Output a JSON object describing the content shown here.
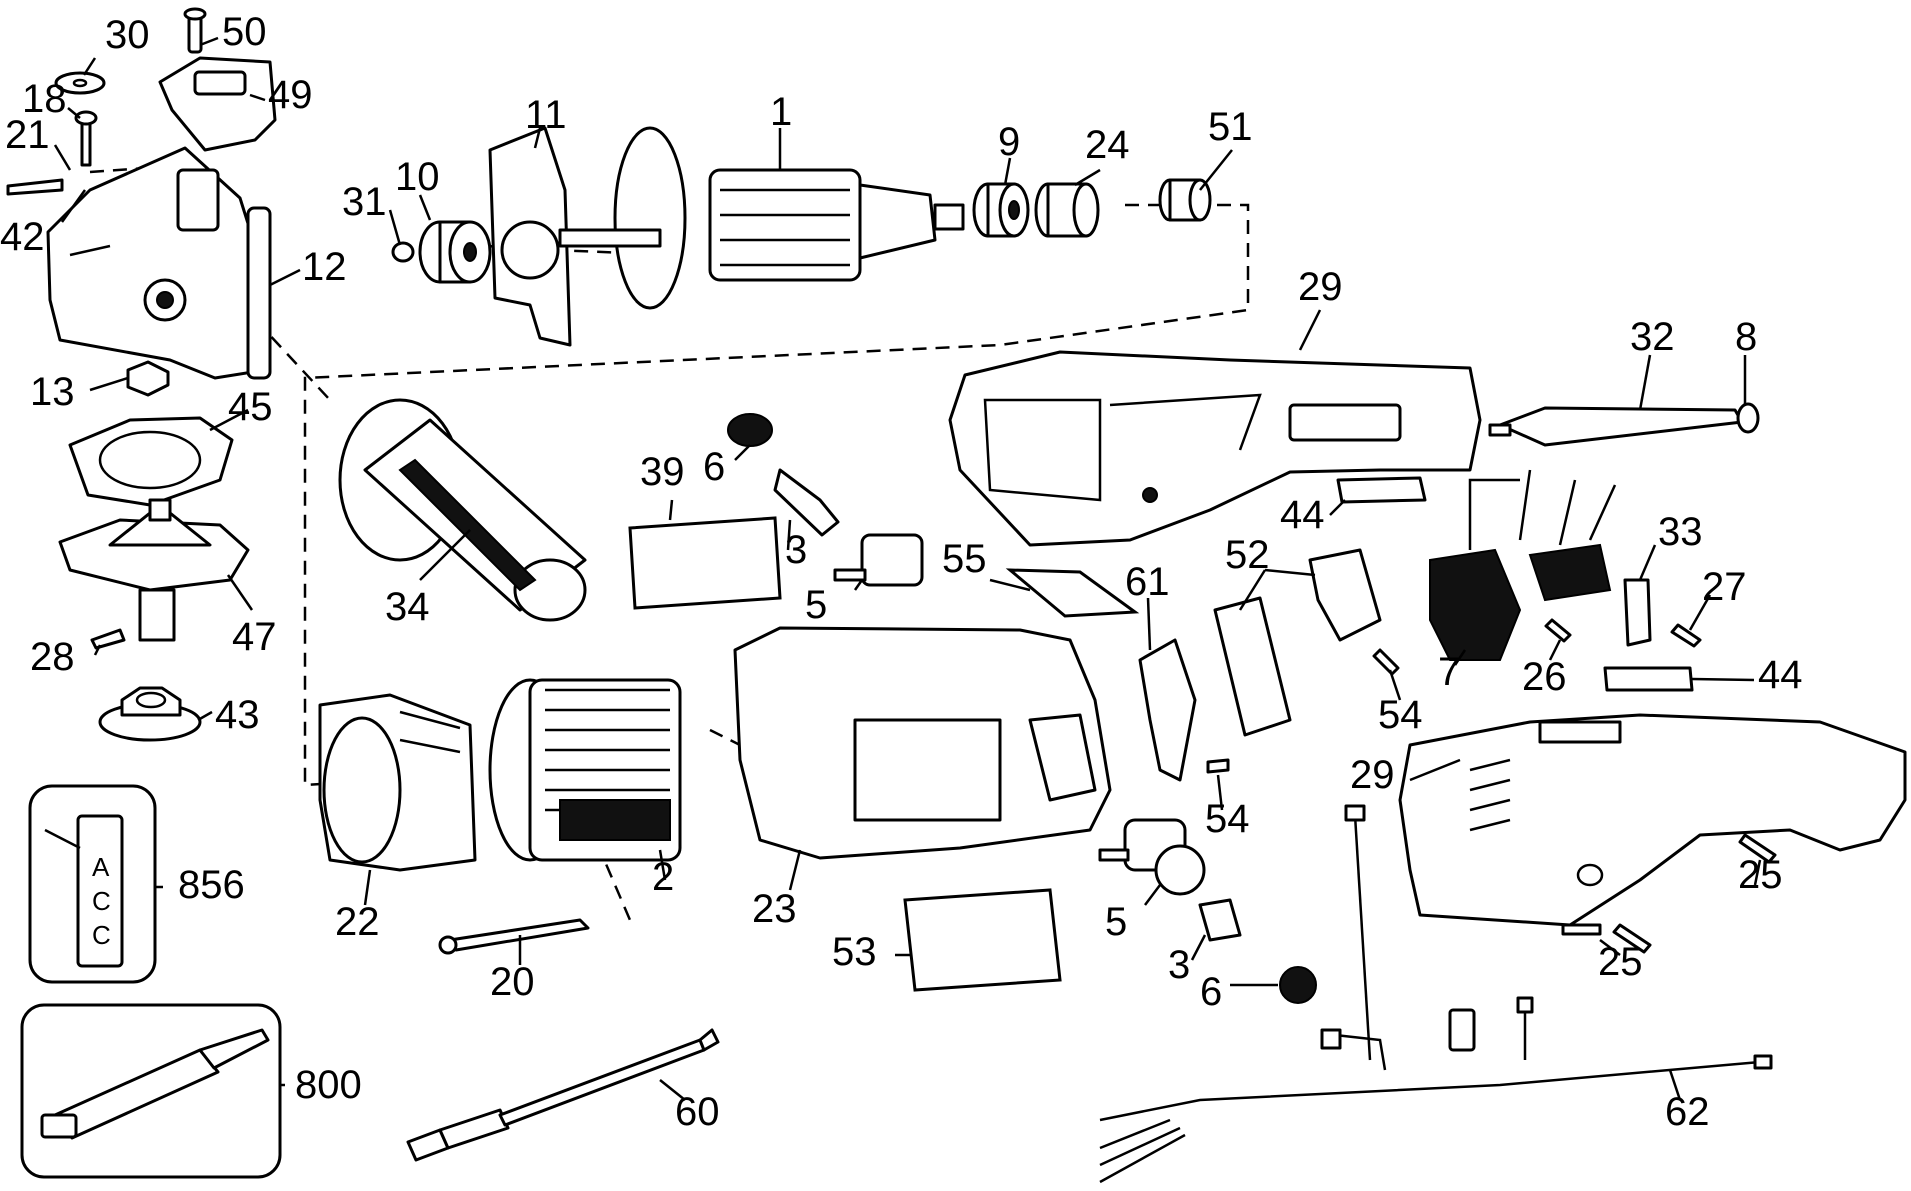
{
  "labels": {
    "n30": "30",
    "n50": "50",
    "n18": "18",
    "n49": "49",
    "n21": "21",
    "n42": "42",
    "n12": "12",
    "n13": "13",
    "n45": "45",
    "n47": "47",
    "n28": "28",
    "n43": "43",
    "n856": "856",
    "n800": "800",
    "n11": "11",
    "n1": "1",
    "n9": "9",
    "n24": "24",
    "n51": "51",
    "n31": "31",
    "n10": "10",
    "n29a": "29",
    "n32": "32",
    "n8": "8",
    "n34": "34",
    "n6a": "6",
    "n39": "39",
    "n3a": "3",
    "n5a": "5",
    "n55": "55",
    "n61": "61",
    "n52": "52",
    "n44a": "44",
    "n33": "33",
    "n27": "27",
    "n7": "7",
    "n26": "26",
    "n54a": "54",
    "n44b": "44",
    "n22": "22",
    "n2": "2",
    "n23": "23",
    "n54b": "54",
    "n29b": "29",
    "n25a": "25",
    "n20": "20",
    "n5b": "5",
    "n3b": "3",
    "n53": "53",
    "n6b": "6",
    "n25b": "25",
    "n60": "60",
    "n62": "62"
  },
  "kit_856_text": {
    "a": "A",
    "c1": "C",
    "c2": "C"
  }
}
